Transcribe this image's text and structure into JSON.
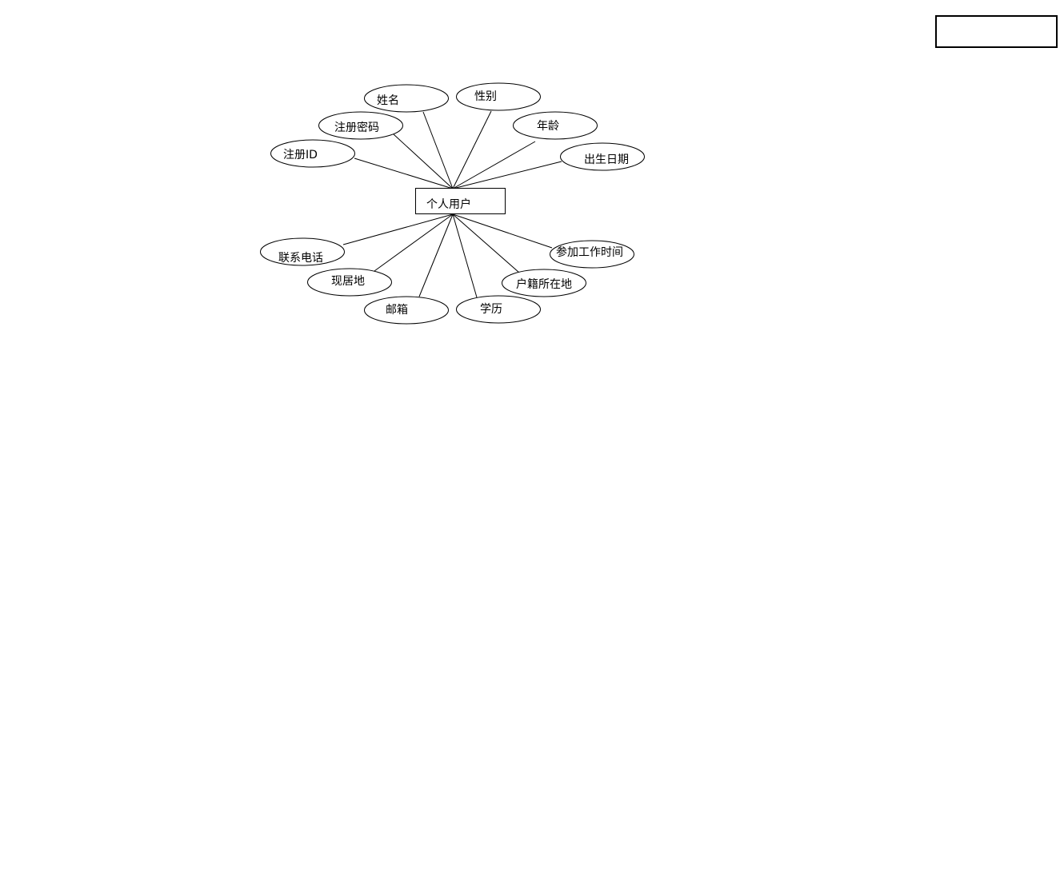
{
  "entity": {
    "label": "个人用户"
  },
  "attributes": {
    "name": "姓名",
    "gender": "性别",
    "password": "注册密码",
    "age": "年龄",
    "register_id": "注册ID",
    "birth_date": "出生日期",
    "phone": "联系电话",
    "work_start": "参加工作时间",
    "residence": "现居地",
    "hukou": "户籍所在地",
    "email": "邮箱",
    "education": "学历"
  },
  "colors": {
    "stroke": "#000000",
    "background": "#ffffff"
  }
}
